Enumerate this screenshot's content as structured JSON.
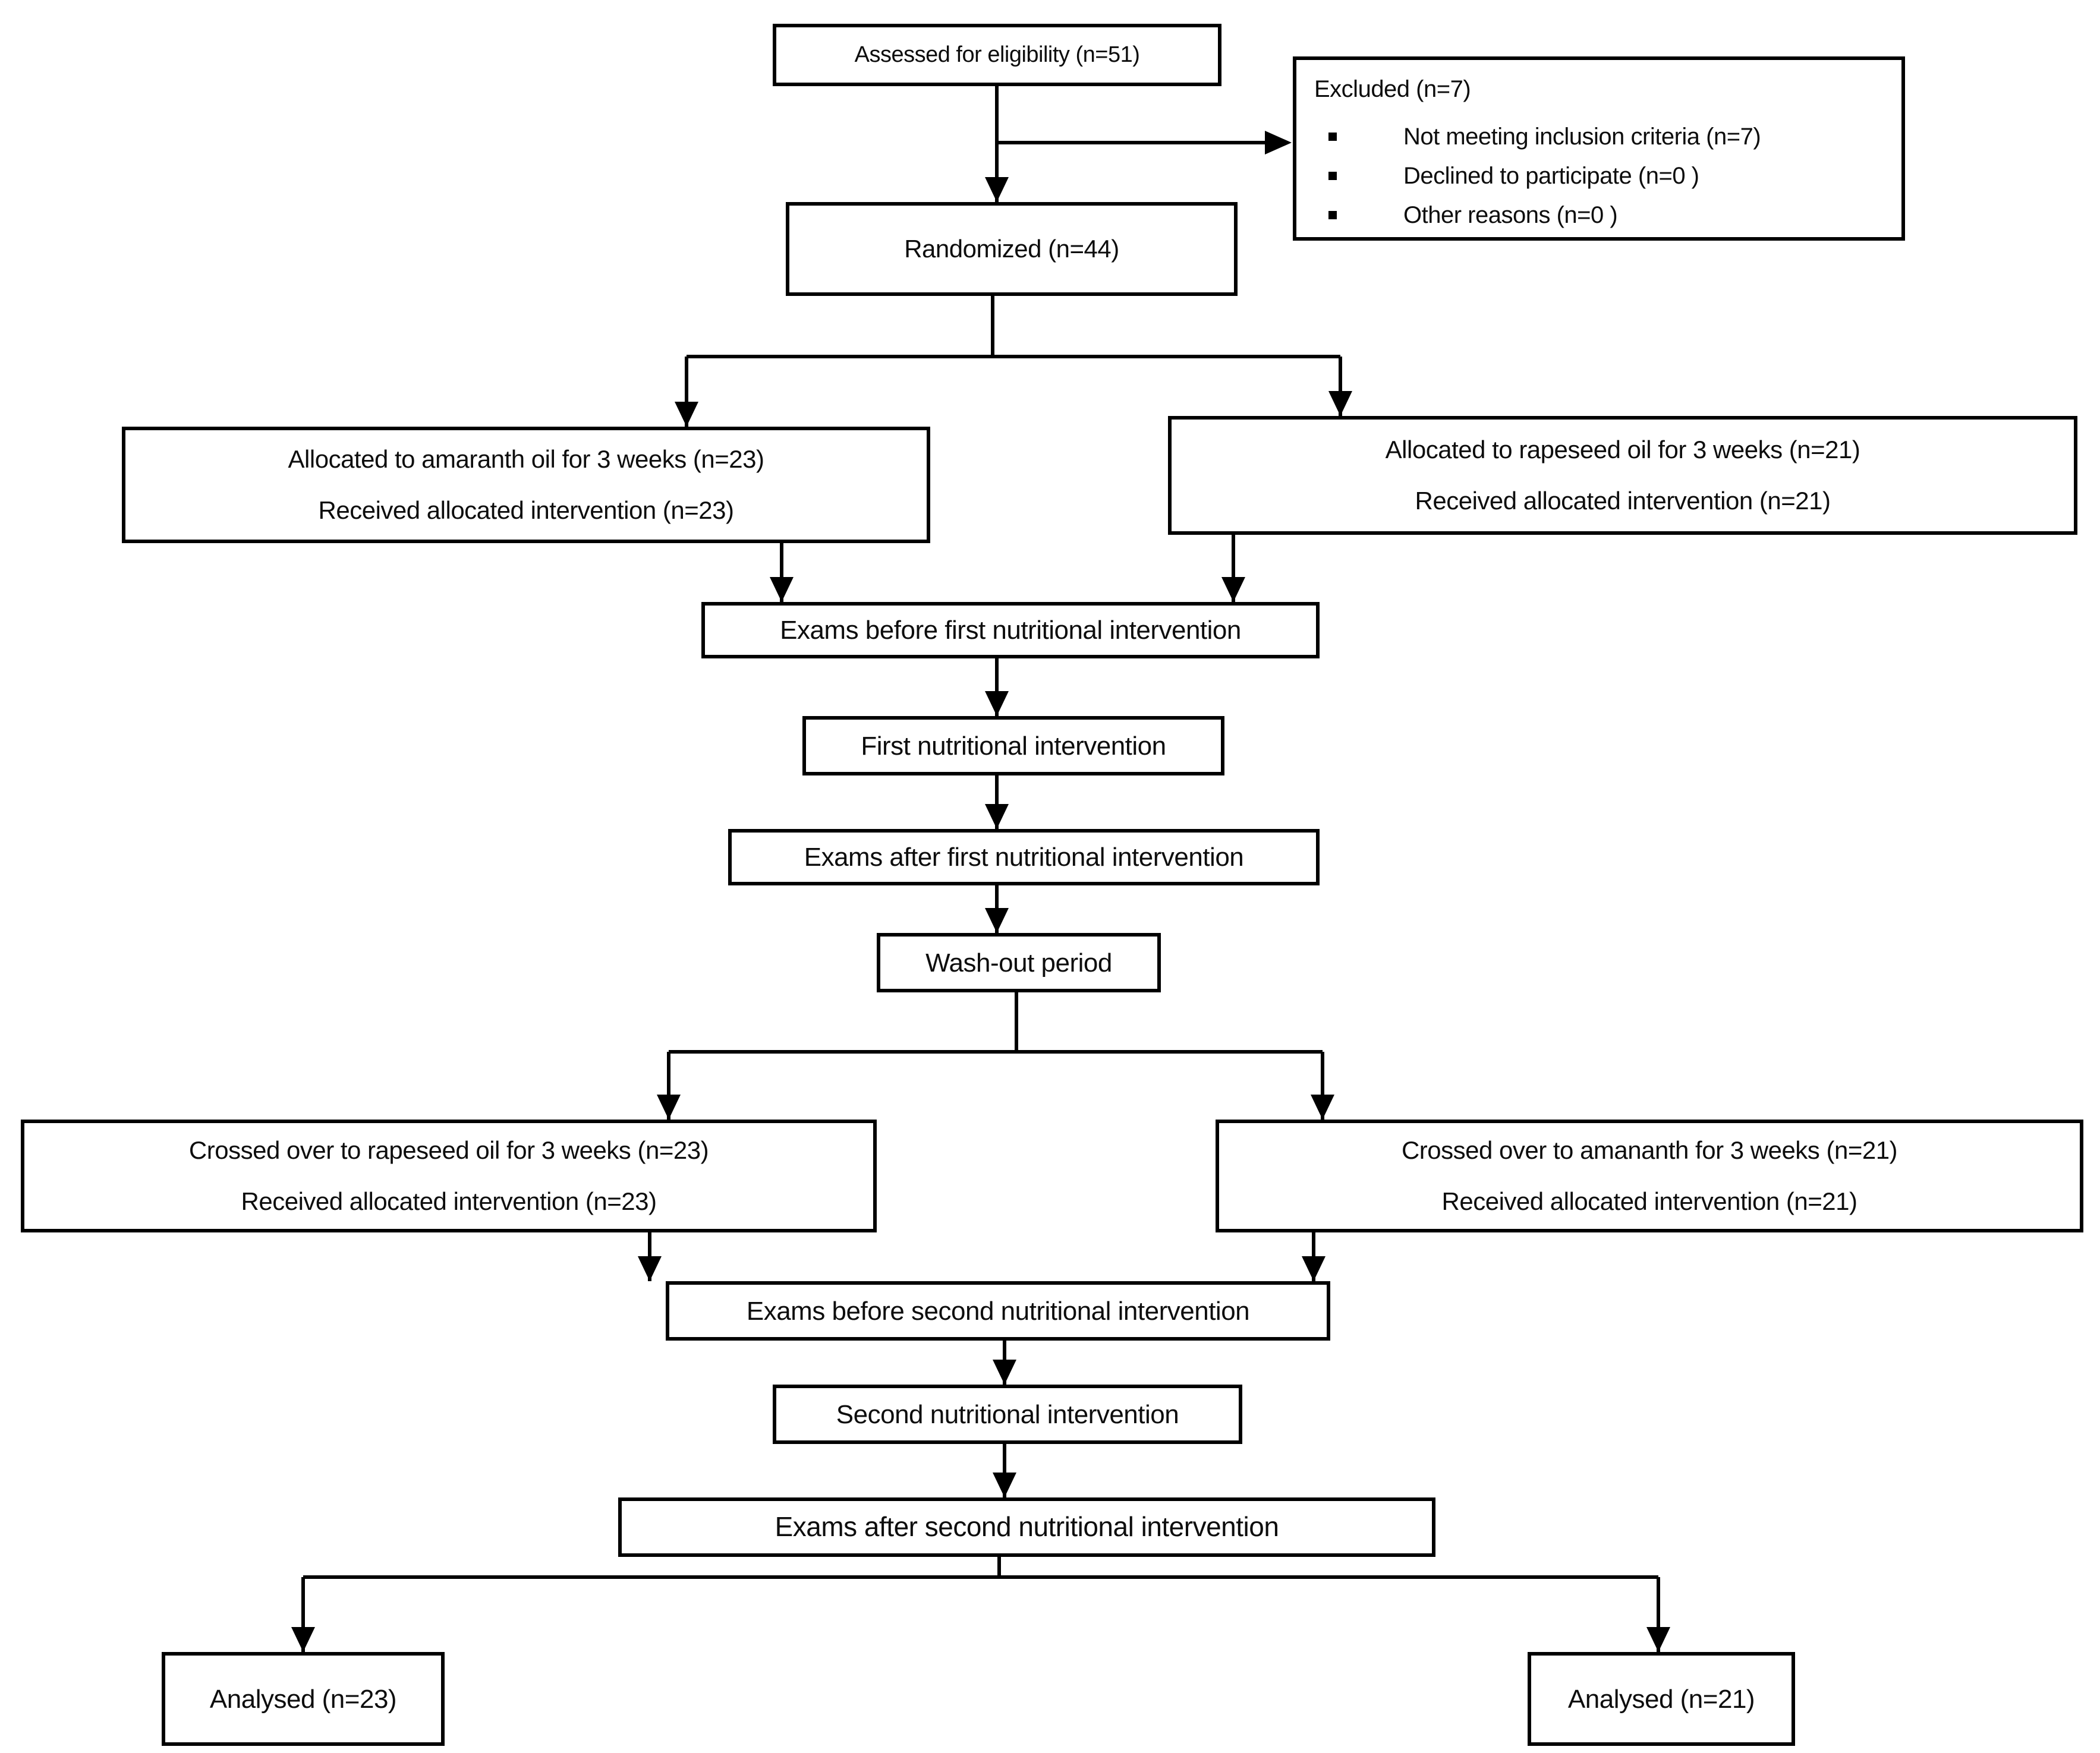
{
  "flowchart": {
    "assessed": {
      "label": "Assessed for eligibility (n=51)"
    },
    "excluded": {
      "title": "Excluded (n=7)",
      "items": [
        "Not meeting inclusion criteria (n=7)",
        "Declined to participate (n=0 )",
        "Other reasons (n=0 )"
      ]
    },
    "randomized": {
      "label": "Randomized (n=44)"
    },
    "allocated_amaranth": {
      "line1": "Allocated to amaranth oil for 3 weeks (n=23)",
      "line2": "Received allocated intervention (n=23)"
    },
    "allocated_rapeseed": {
      "line1": "Allocated to rapeseed oil for 3 weeks (n=21)",
      "line2": "Received allocated intervention (n=21)"
    },
    "exams_before_first": {
      "label": "Exams before first nutritional intervention"
    },
    "first_intervention": {
      "label": "First nutritional intervention"
    },
    "exams_after_first": {
      "label": "Exams after first nutritional intervention"
    },
    "washout": {
      "label": "Wash-out period"
    },
    "crossed_rapeseed": {
      "line1": "Crossed over to rapeseed oil for 3 weeks (n=23)",
      "line2": "Received allocated intervention (n=23)"
    },
    "crossed_amaranth": {
      "line1": "Crossed over to amananth for 3 weeks (n=21)",
      "line2": "Received allocated intervention (n=21)"
    },
    "exams_before_second": {
      "label": "Exams before second nutritional intervention"
    },
    "second_intervention": {
      "label": "Second nutritional intervention"
    },
    "exams_after_second": {
      "label": "Exams after second nutritional intervention"
    },
    "analysed_left": {
      "label": "Analysed (n=23)"
    },
    "analysed_right": {
      "label": "Analysed (n=21)"
    }
  },
  "colors": {
    "line": "#000000",
    "box_border": "#000000",
    "text": "#0d0d0d",
    "background": "#ffffff"
  }
}
